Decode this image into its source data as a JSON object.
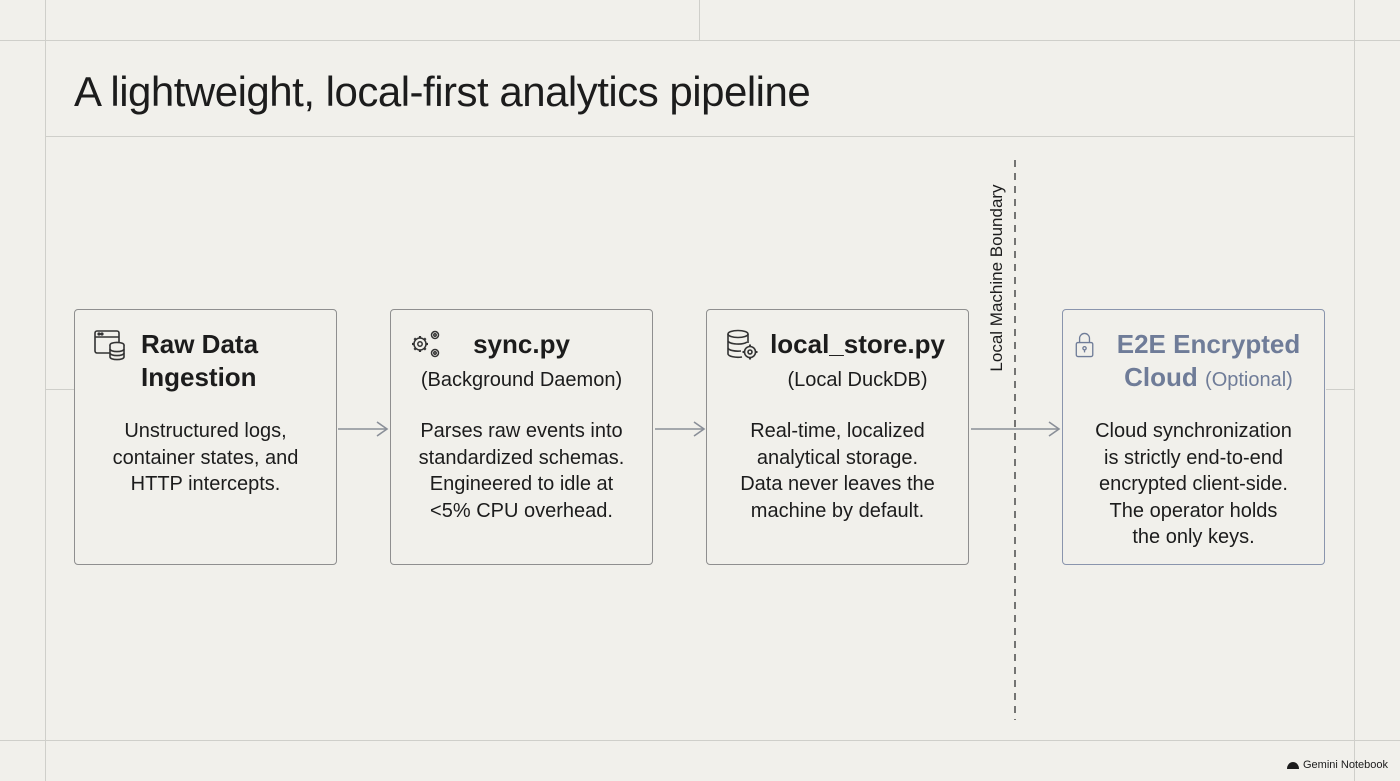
{
  "title": "A lightweight, local-first analytics pipeline",
  "boundary_label": "Local Machine Boundary",
  "stages": [
    {
      "icon": "window-database-icon",
      "title_line1": "Raw Data",
      "title_line2": "Ingestion",
      "description": [
        "Unstructured logs,",
        "container states, and",
        "HTTP intercepts."
      ]
    },
    {
      "icon": "gears-icon",
      "title": "sync.py",
      "subtitle": "(Background Daemon)",
      "description": [
        "Parses raw events into",
        "standardized schemas.",
        "Engineered to idle at",
        "<5% CPU overhead."
      ]
    },
    {
      "icon": "database-gear-icon",
      "title": "local_store.py",
      "subtitle": "(Local DuckDB)",
      "description": [
        "Real-time, localized",
        "analytical storage.",
        "Data never leaves the",
        "machine by default."
      ]
    },
    {
      "icon": "lock-icon",
      "title_line1": "E2E Encrypted",
      "title_line2": "Cloud",
      "title_suffix": "(Optional)",
      "description": [
        "Cloud synchronization",
        "is strictly end-to-end",
        "encrypted client-side.",
        "The operator holds",
        "the only keys."
      ]
    }
  ],
  "brand": "Gemini Notebook",
  "colors": {
    "background": "#f1f0eb",
    "border": "#8f8f8f",
    "cloud_accent": "#6f7c98",
    "rule": "#cfcfca"
  }
}
